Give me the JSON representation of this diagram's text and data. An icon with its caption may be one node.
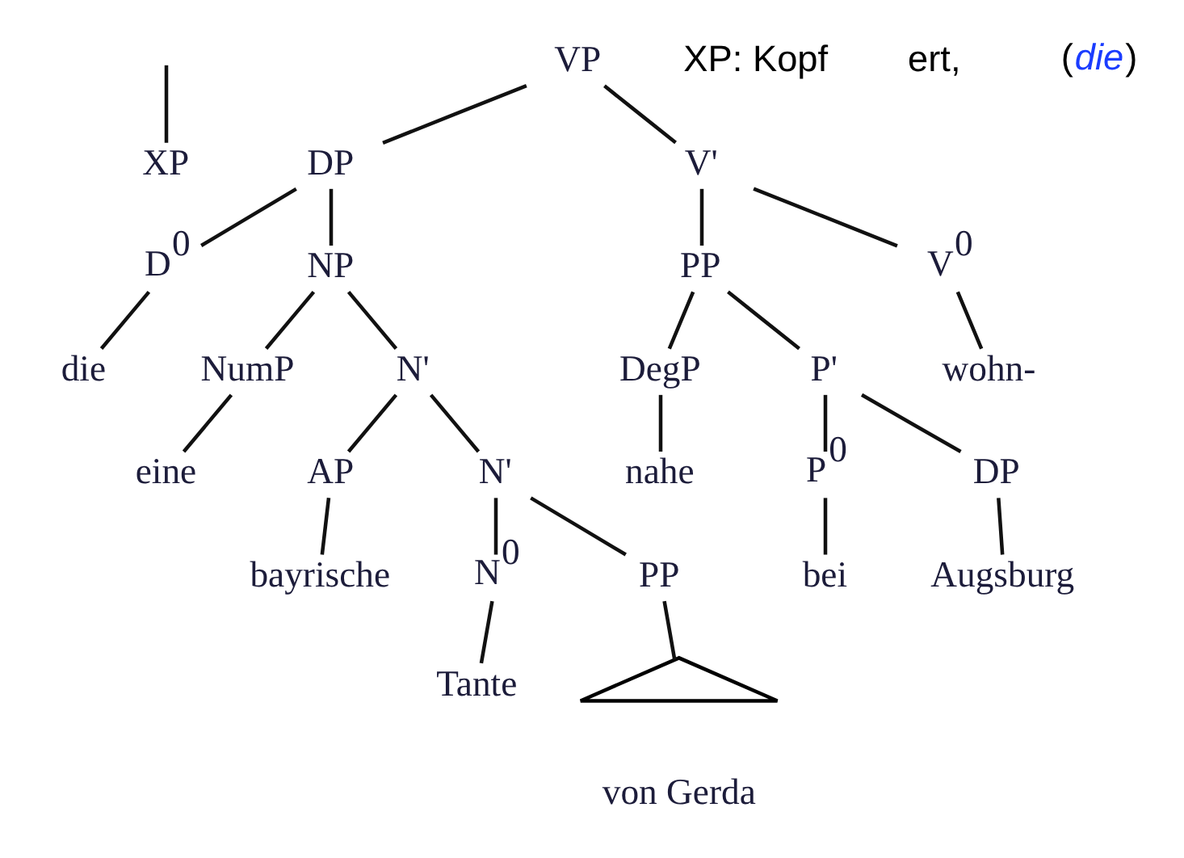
{
  "diagram": {
    "nodes": [
      {
        "text": [
          "XP"
        ]
      },
      {
        "text": [
          "VP"
        ]
      },
      {
        "text": [
          "DP"
        ]
      },
      {
        "text": [
          "V'"
        ]
      },
      {
        "text": [
          "D$^{0}$"
        ]
      },
      {
        "text": [
          "NP"
        ]
      },
      {
        "text": [
          "PP"
        ]
      },
      {
        "text": [
          "V$^{0}$"
        ]
      },
      {
        "text": [
          "die"
        ]
      },
      {
        "text": [
          "NumP"
        ]
      },
      {
        "text": [
          "N'"
        ]
      },
      {
        "text": [
          "DegP"
        ]
      },
      {
        "text": [
          "P'"
        ]
      },
      {
        "text": [
          "wohn-"
        ]
      },
      {
        "text": [
          "eine"
        ]
      },
      {
        "text": [
          "AP"
        ]
      },
      {
        "text": [
          "N'"
        ]
      },
      {
        "text": [
          "nahe"
        ]
      },
      {
        "text": [
          "P$^{0}$"
        ]
      },
      {
        "text": [
          "DP"
        ]
      },
      {
        "text": [
          "bayrische"
        ]
      },
      {
        "text": [
          "N$^{0}$"
        ]
      },
      {
        "text": [
          "PP"
        ]
      },
      {
        "text": [
          "bei"
        ]
      },
      {
        "text": [
          "Augsburg"
        ]
      },
      {
        "text": [
          "Tante"
        ]
      },
      {
        "text": [],
        "shape": "triangle",
        "beside": [
          "von Gerda"
        ]
      }
    ],
    "edges": [
      {
        "from": null,
        "to": 0,
        "arrow": "none"
      },
      {
        "from": 1,
        "to": 2,
        "arrow": "none"
      },
      {
        "from": 1,
        "to": 3,
        "arrow": "none"
      },
      {
        "from": 2,
        "to": 4,
        "arrow": "none"
      },
      {
        "from": 2,
        "to": 5,
        "arrow": "none"
      },
      {
        "from": 3,
        "to": 6,
        "arrow": "none"
      },
      {
        "from": 3,
        "to": 7,
        "arrow": "none"
      },
      {
        "from": 4,
        "to": 8,
        "arrow": "none"
      },
      {
        "from": 5,
        "to": 9,
        "arrow": "none"
      },
      {
        "from": 5,
        "to": 10,
        "arrow": "none"
      },
      {
        "from": 6,
        "to": 11,
        "arrow": "none"
      },
      {
        "from": 6,
        "to": 12,
        "arrow": "none"
      },
      {
        "from": 7,
        "to": 13,
        "arrow": "none"
      },
      {
        "from": 9,
        "to": 14,
        "arrow": "none"
      },
      {
        "from": 10,
        "to": 15,
        "arrow": "none"
      },
      {
        "from": 10,
        "to": 16,
        "arrow": "none"
      },
      {
        "from": 11,
        "to": 17,
        "arrow": "none"
      },
      {
        "from": 12,
        "to": 18,
        "arrow": "none"
      },
      {
        "from": 12,
        "to": 19,
        "arrow": "none"
      },
      {
        "from": 15,
        "to": 20,
        "arrow": "none"
      },
      {
        "from": 16,
        "to": 21,
        "arrow": "none"
      },
      {
        "from": 16,
        "to": 22,
        "arrow": "none"
      },
      {
        "from": 18,
        "to": 23,
        "arrow": "none"
      },
      {
        "from": 19,
        "to": 24,
        "arrow": "none"
      },
      {
        "from": 21,
        "to": 25,
        "arrow": "none"
      },
      {
        "from": 22,
        "to": 26,
        "arrow": "none"
      }
    ],
    "labels": [
      "XP: Kopf",
      "ert,",
      "(*die*)"
    ]
  }
}
